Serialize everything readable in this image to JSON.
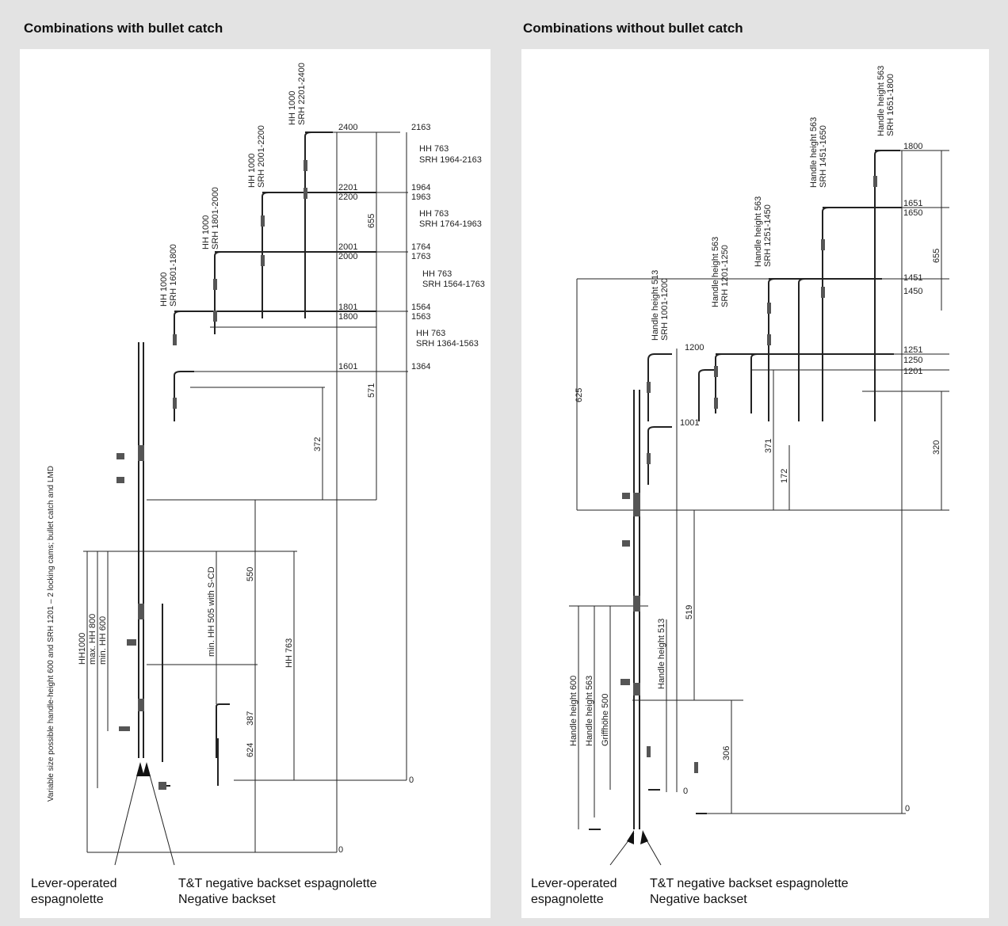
{
  "left": {
    "title": "Combinations with bullet catch",
    "side_note": "Variable size possible handle-height 600 and SRH 1201 – 2 locking cams; bullet catch and LMD",
    "top_labels": [
      {
        "hh": "HH 1000",
        "srh": "SRH 2201-2400"
      },
      {
        "hh": "HH 1000",
        "srh": "SRH 2001-2200"
      },
      {
        "hh": "HH 1000",
        "srh": "SRH 1801-2000"
      },
      {
        "hh": "HH 1000",
        "srh": "SRH 1601-1800"
      }
    ],
    "ticks_a": [
      "2400",
      "2201",
      "2200",
      "2001",
      "2000",
      "1801",
      "1800",
      "1601",
      "0",
      "0"
    ],
    "ticks_b": [
      "2163",
      "1964",
      "1963",
      "1764",
      "1763",
      "1564",
      "1563",
      "1364"
    ],
    "right_labels": [
      {
        "hh": "HH 763",
        "srh": "SRH 1964-2163"
      },
      {
        "hh": "HH 763",
        "srh": "SRH 1764-1963"
      },
      {
        "hh": "HH 763",
        "srh": "SRH 1564-1763"
      },
      {
        "hh": "HH 763",
        "srh": "SRH 1364-1563"
      }
    ],
    "dims": [
      "655",
      "571",
      "372",
      "550",
      "387",
      "624"
    ],
    "vertical_labels": [
      "HH1000",
      "max. HH  800",
      "min. HH  600",
      "min. HH 505 with S-CD",
      "HH 763"
    ],
    "caption_left": [
      "Lever-operated",
      "espagnolette"
    ],
    "caption_right": [
      "T&T negative backset espagnolette",
      "Negative backset"
    ]
  },
  "right": {
    "title": "Combinations without bullet catch",
    "top_labels": [
      {
        "hh": "Handle height 563",
        "srh": "SRH 1651-1800"
      },
      {
        "hh": "Handle height 563",
        "srh": "SRH 1451-1650"
      },
      {
        "hh": "Handle height 563",
        "srh": "SRH 1251-1450"
      },
      {
        "hh": "Handle height 563",
        "srh": "SRH 1201-1250"
      },
      {
        "hh": "Handle height 513",
        "srh": "SRH 1001-1200"
      }
    ],
    "ticks": [
      "1800",
      "1651",
      "1650",
      "1451",
      "1450",
      "1251",
      "1250",
      "1201",
      "0"
    ],
    "ticks_mid": [
      "1200",
      "1001",
      "0"
    ],
    "dims": [
      "655",
      "625",
      "320",
      "371",
      "172",
      "519",
      "306"
    ],
    "vertical_labels": [
      "Handle height 600",
      "Handle height 563",
      "Griffhöhe 500",
      "Handle height 513"
    ],
    "caption_left": [
      "Lever-operated",
      "espagnolette"
    ],
    "caption_right": [
      "T&T negative backset espagnolette",
      "Negative backset"
    ]
  }
}
